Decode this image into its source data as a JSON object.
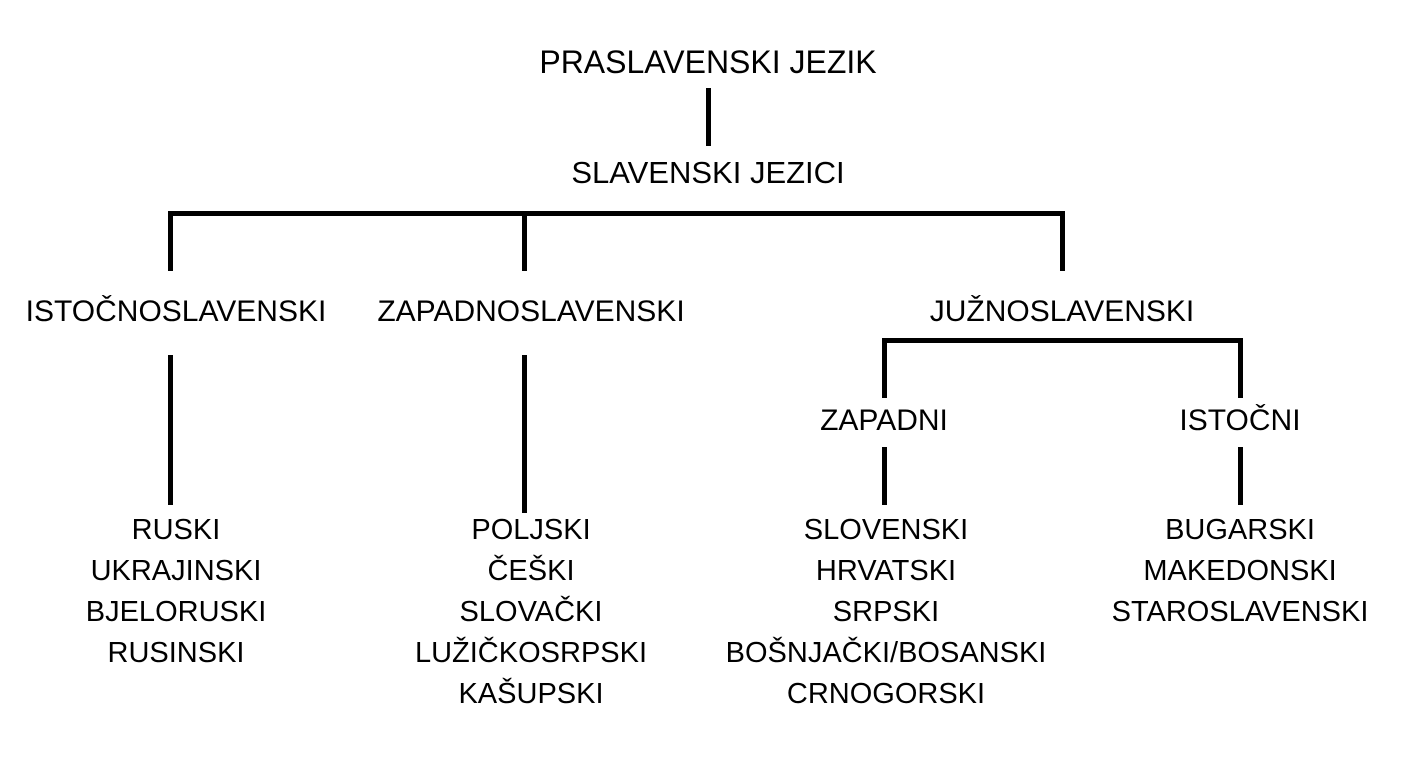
{
  "root": "PRASLAVENSKI JEZIK",
  "family": "SLAVENSKI JEZICI",
  "branches": {
    "east": {
      "label": "ISTOČNOSLAVENSKI",
      "languages": [
        "RUSKI",
        "UKRAJINSKI",
        "BJELORUSKI",
        "RUSINSKI"
      ]
    },
    "west": {
      "label": "ZAPADNOSLAVENSKI",
      "languages": [
        "POLJSKI",
        "ČEŠKI",
        "SLOVAČKI",
        "LUŽIČKOSRPSKI",
        "KAŠUPSKI"
      ]
    },
    "south": {
      "label": "JUŽNOSLAVENSKI",
      "western": {
        "label": "ZAPADNI",
        "languages": [
          "SLOVENSKI",
          "HRVATSKI",
          "SRPSKI",
          "BOŠNJAČKI/BOSANSKI",
          "CRNOGORSKI"
        ]
      },
      "eastern": {
        "label": "ISTOČNI",
        "languages": [
          "BUGARSKI",
          "MAKEDONSKI",
          "STAROSLAVENSKI"
        ]
      }
    }
  }
}
